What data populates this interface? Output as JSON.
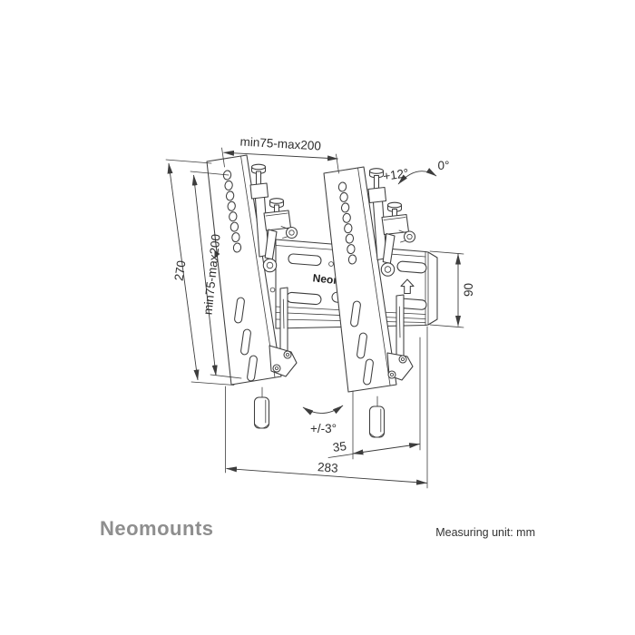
{
  "colors": {
    "background": "#ffffff",
    "line": "#3d3d3d",
    "dimension_text": "#2f2f2f",
    "brand_gray": "#8e8e8e"
  },
  "drawing": {
    "dims": {
      "top_width": "min75-max200",
      "left_outer_height": "270",
      "left_inner_height": "min75-max200",
      "tilt_max": "+12°",
      "tilt_zero": "0°",
      "right_height": "90",
      "bottom_angle": "+/-3°",
      "bottom_offset": "35",
      "bottom_width": "283"
    },
    "plate_text": "Neom",
    "icons": [
      "up-arrow-icon"
    ]
  },
  "footer": {
    "brand": "Neomounts",
    "unit_note": "Measuring unit: mm"
  }
}
